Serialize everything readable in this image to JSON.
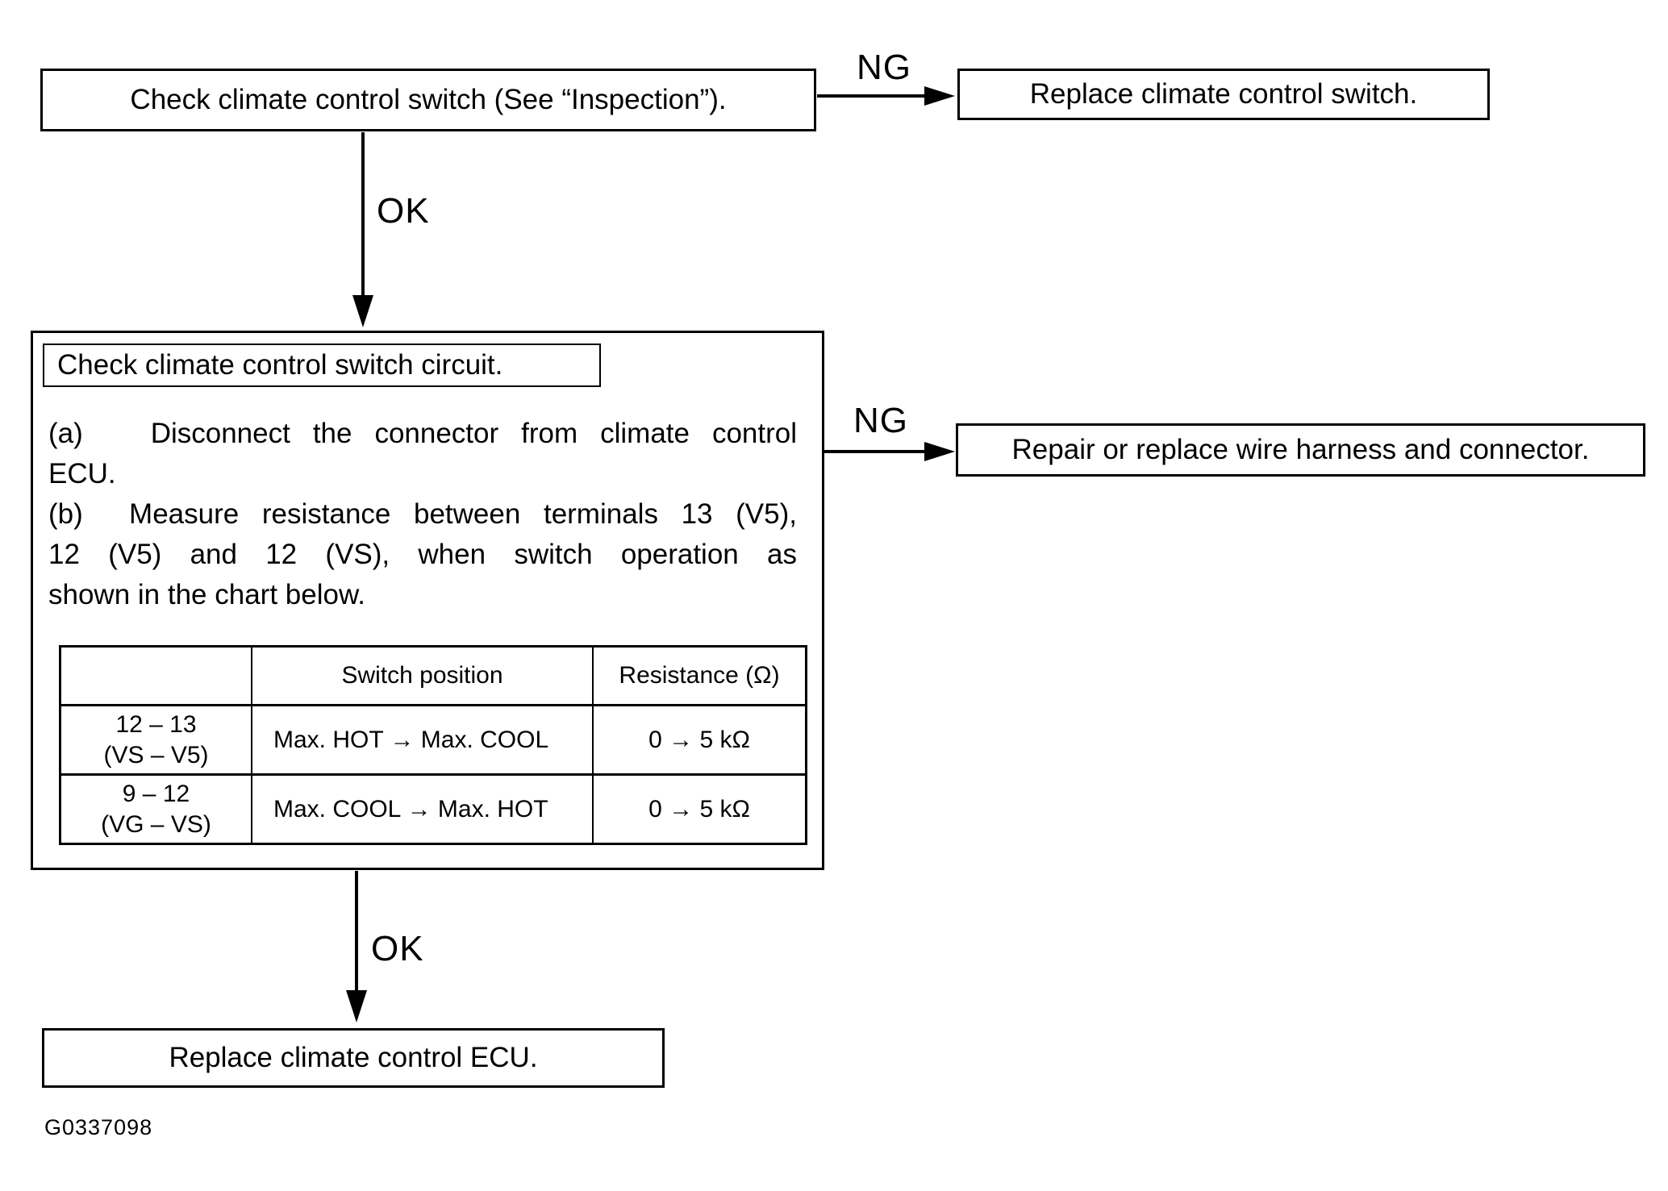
{
  "figure": {
    "id": "G0337098"
  },
  "labels": {
    "ng1": "NG",
    "ok1": "OK",
    "ng2": "NG",
    "ok2": "OK"
  },
  "nodes": {
    "check_switch": "Check climate control switch (See “Inspection”).",
    "replace_switch": "Replace climate control switch.",
    "check_circuit_title": "Check climate control switch circuit.",
    "repair_harness": "Repair or replace wire harness and connector.",
    "replace_ecu": "Replace climate control ECU."
  },
  "steps": {
    "a_line1": "(a)   Disconnect the connector from climate control",
    "a_line2": "ECU.",
    "b_line1": "(b)  Measure resistance between terminals 13 (V5),",
    "b_line2": "12 (V5) and 12 (VS), when switch operation as",
    "b_line3": "shown in the chart below."
  },
  "table": {
    "headers": [
      "",
      "Switch position",
      "Resistance (Ω)"
    ],
    "rows": [
      {
        "terminals_line1": "12 – 13",
        "terminals_line2": "(VS – V5)",
        "switch_position": "Max. HOT → Max. COOL",
        "resistance": "0 → 5 kΩ"
      },
      {
        "terminals_line1": "9 – 12",
        "terminals_line2": "(VG – VS)",
        "switch_position": "Max. COOL → Max. HOT",
        "resistance": "0 → 5 kΩ"
      }
    ]
  }
}
